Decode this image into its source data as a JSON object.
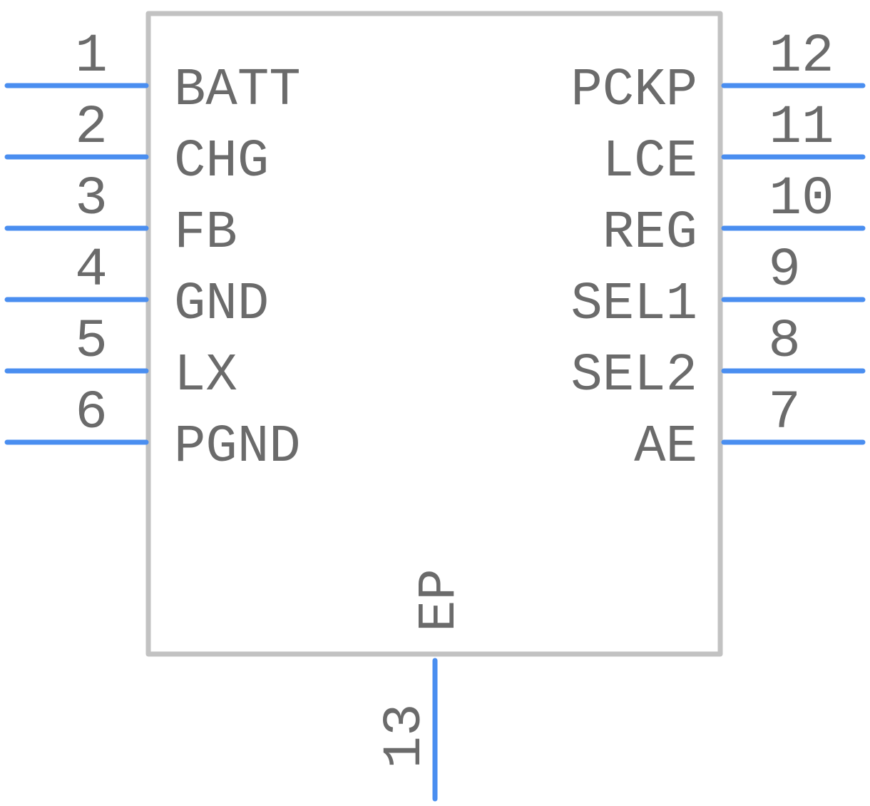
{
  "component": {
    "left_pins": [
      {
        "number": "1",
        "name": "BATT"
      },
      {
        "number": "2",
        "name": "CHG"
      },
      {
        "number": "3",
        "name": "FB"
      },
      {
        "number": "4",
        "name": "GND"
      },
      {
        "number": "5",
        "name": "LX"
      },
      {
        "number": "6",
        "name": "PGND"
      }
    ],
    "right_pins": [
      {
        "number": "12",
        "name": "PCKP"
      },
      {
        "number": "11",
        "name": "LCE"
      },
      {
        "number": "10",
        "name": "REG"
      },
      {
        "number": "9",
        "name": "SEL1"
      },
      {
        "number": "8",
        "name": "SEL2"
      },
      {
        "number": "7",
        "name": "AE"
      }
    ],
    "bottom_pins": [
      {
        "number": "13",
        "name": "EP"
      }
    ]
  },
  "colors": {
    "pin_line": "#4a8ef0",
    "body_outline": "#c2c2c2",
    "text": "#6b6b6b"
  }
}
